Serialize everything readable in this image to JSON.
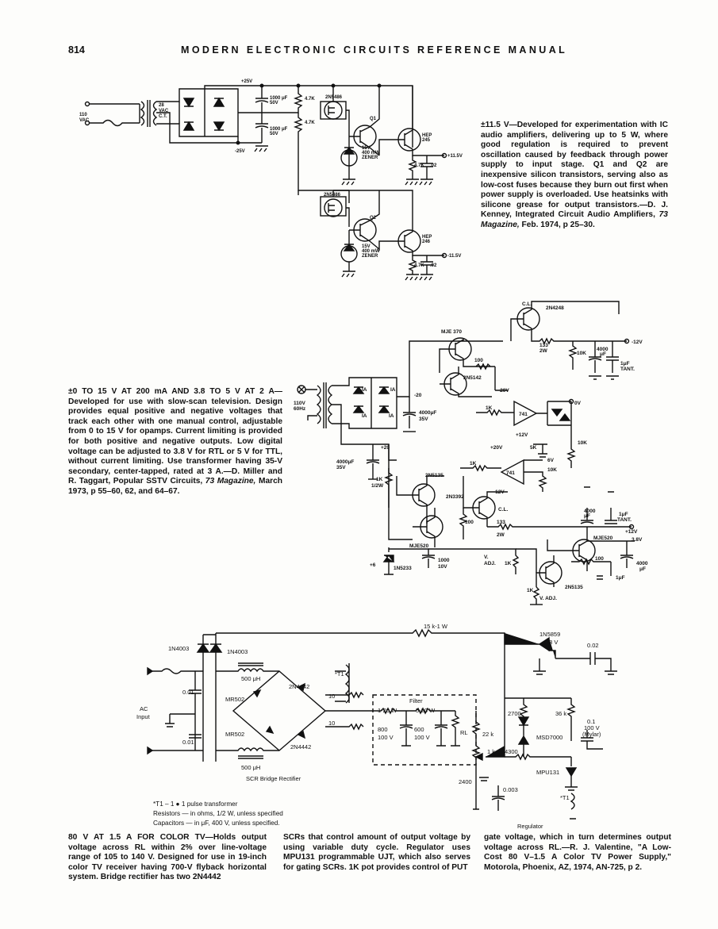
{
  "header": {
    "page_number": "814",
    "title": "MODERN ELECTRONIC CIRCUITS REFERENCE MANUAL"
  },
  "circuit1": {
    "labels": {
      "v25p": "+25V",
      "v25n": "-25V",
      "ac1": "110",
      "ac2": "VAC",
      "t1": "28",
      "t2": "VAC",
      "t3": "C.T.",
      "c1a": "1000 μF",
      "c1b": "50V",
      "c2a": "1000 μF",
      "c2b": "50V",
      "r1": "4.7K",
      "r2": "4.7K",
      "fet1": "2N5486",
      "fet2": "2N5486",
      "q1": "Q1",
      "q2": "Q2",
      "hep1a": "HEP",
      "hep1b": "245",
      "hep2a": "HEP",
      "hep2b": "246",
      "z1a": "15V",
      "z1b": "400 mW",
      "z1c": "ZENER",
      "z2a": "15V",
      "z2b": "400 mW",
      "z2c": "ZENER",
      "out1": "+11.5V",
      "out2": "-11.5V",
      "r3": "4.7K",
      "c3": ".02",
      "r4": "4.7K",
      "c4": ".02"
    },
    "caption": "±11.5 V—Developed for experimentation with IC audio amplifiers, delivering up to 5 W, where good regulation is required to prevent oscillation caused by feedback through power supply to input stage. Q1 and Q2 are inexpensive silicon transistors, serving also as low-cost fuses because they burn out first when power supply is overloaded. Use heatsinks with silicone grease for output transistors.—D. J. Kenney, Integrated Circuit Audio Amplifiers,",
    "caption_journal": "73 Magazine,",
    "caption_tail": "Feb. 1974, p 25–30."
  },
  "circuit2": {
    "labels": {
      "cl1": "C.L.",
      "q2n4248": "2N4248",
      "mje370": "MJE 370",
      "r133a": "133",
      "r2wa": "2W",
      "out_m12": "-12V",
      "r10k1": "10K",
      "c4000a": "4000",
      "uf1": "μF",
      "c1uf": "1μF",
      "tant1": "TANT.",
      "r100a": "100",
      "q2n5142": "2N5142",
      "v20n": "-20V",
      "v20n2": "-20",
      "ac1": "110V",
      "ac2": "60Hz",
      "ia1": "IA",
      "ia2": "IA",
      "ia3": "IA",
      "ia4": "IA",
      "c4000b": "4000μF",
      "v35a": "35V",
      "r1k1": "1K",
      "op1": "741",
      "v0": "0V",
      "v12p": "+12V",
      "r10k2": "10K",
      "v20p": "+20",
      "v20p2": "+20V",
      "r5k": "5K",
      "v6": "6V",
      "r1k2": "1K",
      "op2": "741",
      "r10k3": "10K",
      "v12n": "-12V",
      "c4000c": "4000μF",
      "v35b": "35V",
      "r1k3": "1K",
      "r1k3b": "1/2W",
      "q2n5135a": "2N5135",
      "q2n3392": "2N3392",
      "cl2": "C.L.",
      "r100b": "100",
      "r133b": "133",
      "r2wb": "2W",
      "c4000d": "4000",
      "uf2": "μF",
      "c1uf2": "1μF",
      "tant2": "TANT.",
      "out_p12": "+12V",
      "mje520a": "MJE520",
      "mje520b": "MJE520",
      "v38": "3.8V",
      "v6p": "+6",
      "z1n5233": "1N5233",
      "c1000": "1000",
      "v10": "10V",
      "vadj1a": "V.",
      "vadj1b": "ADJ.",
      "r1k4": "1K",
      "r100c": "100",
      "c4000e": "4000",
      "uf3": "μF",
      "c1uf3": "1μF",
      "q2n5135b": "2N5135",
      "r1k5": "1K",
      "vadj2": "V. ADJ."
    },
    "caption": "±0 TO 15 V AT 200 mA AND 3.8 TO 5 V AT 2 A—Developed for use with slow-scan television. Design provides equal positive and negative voltages that track each other with one manual control, adjustable from 0 to 15 V for opamps. Current limiting is provided for both positive and negative outputs. Low digital voltage can be adjusted to 3.8 V for RTL or 5 V for TTL, without current limiting. Use transformer having 35-V secondary, center-tapped, rated at 3 A.—D. Miller and R. Taggart, Popular SSTV Circuits,",
    "caption_journal": "73 Magazine,",
    "caption_tail": "March 1973, p 55–60, 62, and 64–67."
  },
  "circuit3": {
    "labels": {
      "r15k": "15 k-1 W",
      "d1": "1N4003",
      "d2": "1N4003",
      "ind1": "500 μH",
      "ind2": "500 μH",
      "t1": "*T1",
      "scr1": "2N4442",
      "scr2": "2N4442",
      "mr1": "MR502",
      "mr2": "MR502",
      "r10a": "10",
      "r10b": "10",
      "c001a": "0.01",
      "c001b": "0.01",
      "ac1": "AC",
      "ac2": "Input",
      "filter": "Filter",
      "f1": "1-20 W",
      "f2": "5-20 W",
      "c800a": "800",
      "c800b": "100 V",
      "c600a": "600",
      "c600b": "100 V",
      "rl": "RL",
      "r22k": "22 k",
      "r1k": "1 k",
      "r4300": "4300",
      "r2400": "2400",
      "c0003": "0.003",
      "r2700": "2700",
      "r36k": "36 k",
      "msd": "MSD7000",
      "c01a": "0.1",
      "c01b": "100 V",
      "c01c": "(Mylar)",
      "mpu": "MPU131",
      "t1b": "*T1",
      "zener1": "1N5859",
      "zener2": "13 V",
      "c002": "0.02",
      "scr_label": "SCR Bridge Rectifier",
      "reg_label": "Regulator"
    },
    "notes": [
      "*T1 – 1 ● 1 pulse transformer",
      "Resistors — in ohms, 1/2 W, unless specified",
      "Capacitors — in μF, 400 V, unless specified."
    ],
    "caption_col1": "80 V AT 1.5 A FOR COLOR TV—Holds output voltage across RL within 2% over line-voltage range of 105 to 140 V. Designed for use in 19-inch color TV receiver having 700-V flyback horizontal system. Bridge rectifier has two 2N4442",
    "caption_col2": "SCRs that control amount of output voltage by using variable duty cycle. Regulator uses MPU131 programmable UJT, which also serves for gating SCRs. 1K pot provides control of PUT",
    "caption_col3": "gate voltage, which in turn determines output voltage across RL.—R. J. Valentine, \"A Low-Cost 80 V–1.5 A Color TV Power Supply,\" Motorola, Phoenix, AZ, 1974, AN-725, p 2."
  }
}
